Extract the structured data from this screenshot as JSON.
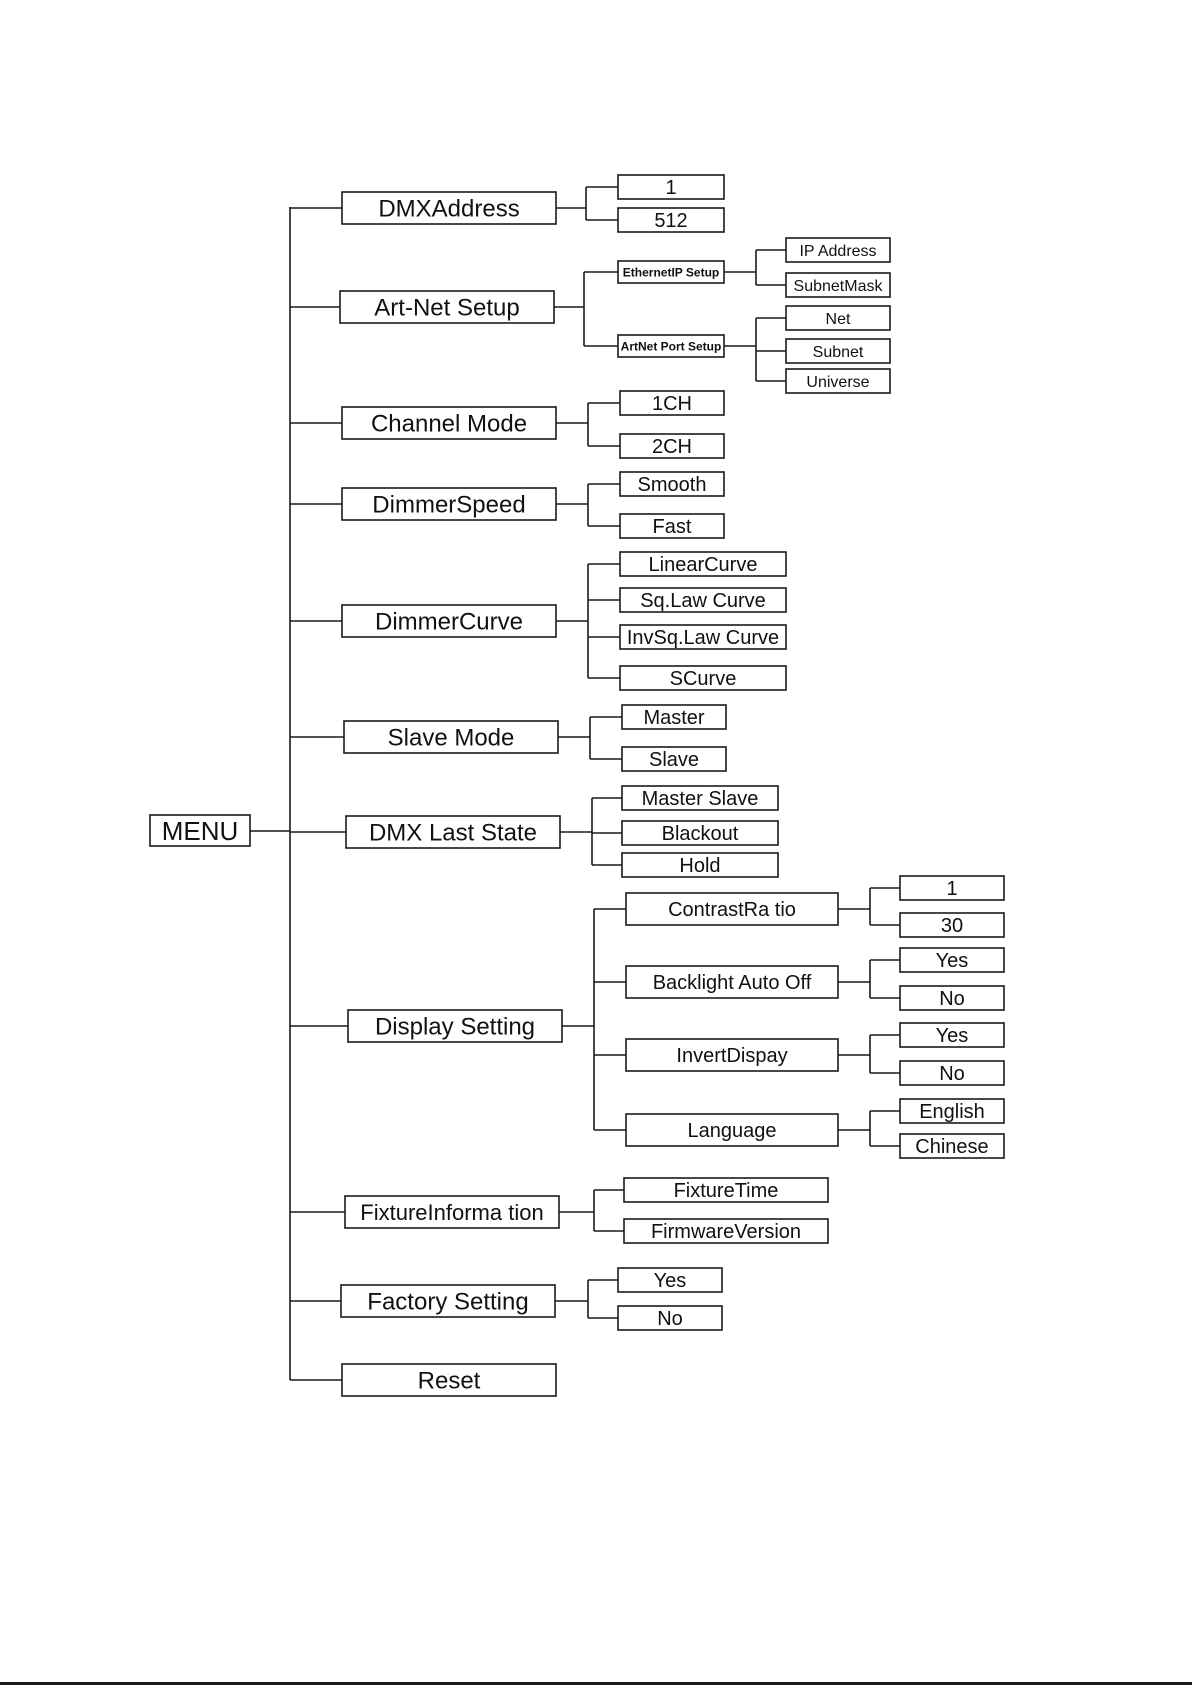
{
  "root": {
    "label": "MENU"
  },
  "items": [
    {
      "label": "DMXAddress",
      "children": [
        {
          "label": "1"
        },
        {
          "label": "512"
        }
      ]
    },
    {
      "label": "Art-Net Setup",
      "children": [
        {
          "label": "EthernetIP Setup",
          "children": [
            {
              "label": "IP Address"
            },
            {
              "label": "SubnetMask"
            }
          ]
        },
        {
          "label": "ArtNet Port Setup",
          "children": [
            {
              "label": "Net"
            },
            {
              "label": "Subnet"
            },
            {
              "label": "Universe"
            }
          ]
        }
      ]
    },
    {
      "label": "Channel Mode",
      "children": [
        {
          "label": "1CH"
        },
        {
          "label": "2CH"
        }
      ]
    },
    {
      "label": "DimmerSpeed",
      "children": [
        {
          "label": "Smooth"
        },
        {
          "label": "Fast"
        }
      ]
    },
    {
      "label": "DimmerCurve",
      "children": [
        {
          "label": "LinearCurve"
        },
        {
          "label": "Sq.Law Curve"
        },
        {
          "label": "InvSq.Law Curve"
        },
        {
          "label": "SCurve"
        }
      ]
    },
    {
      "label": "Slave Mode",
      "children": [
        {
          "label": "Master"
        },
        {
          "label": "Slave"
        }
      ]
    },
    {
      "label": "DMX Last State",
      "children": [
        {
          "label": "Master Slave"
        },
        {
          "label": "Blackout"
        },
        {
          "label": "Hold"
        }
      ]
    },
    {
      "label": "Display Setting",
      "children": [
        {
          "label": "ContrastRa tio",
          "children": [
            {
              "label": "1"
            },
            {
              "label": "30"
            }
          ]
        },
        {
          "label": "Backlight Auto Off",
          "children": [
            {
              "label": "Yes"
            },
            {
              "label": "No"
            }
          ]
        },
        {
          "label": "InvertDispay",
          "children": [
            {
              "label": "Yes"
            },
            {
              "label": "No"
            }
          ]
        },
        {
          "label": "Language",
          "children": [
            {
              "label": "English"
            },
            {
              "label": "Chinese"
            }
          ]
        }
      ]
    },
    {
      "label": "FixtureInforma tion",
      "children": [
        {
          "label": "FixtureTime"
        },
        {
          "label": "FirmwareVersion"
        }
      ]
    },
    {
      "label": "Factory Setting",
      "children": [
        {
          "label": "Yes"
        },
        {
          "label": "No"
        }
      ]
    },
    {
      "label": "Reset"
    }
  ]
}
